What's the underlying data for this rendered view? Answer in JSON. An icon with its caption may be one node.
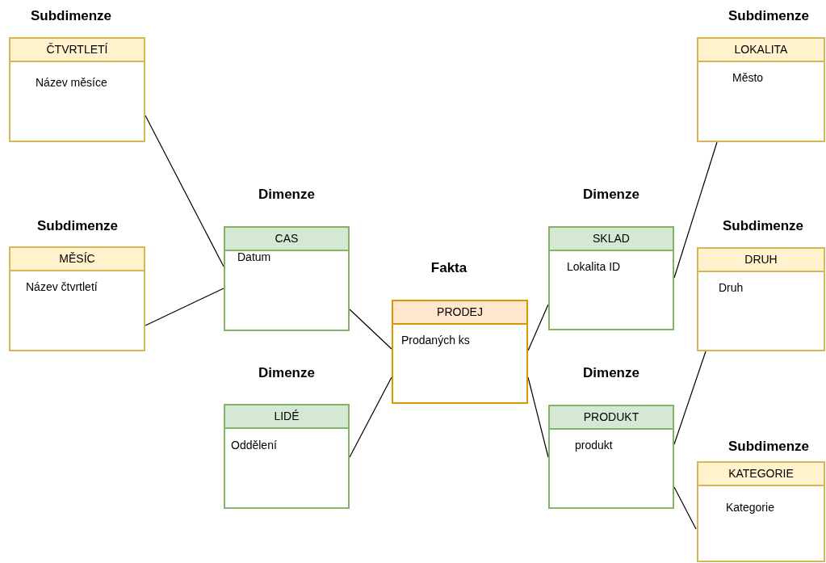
{
  "diagram": {
    "nodes": [
      {
        "text": [
          "ČTVRTLETÍ",
          "Název měsíce"
        ],
        "beside": [
          "Subdimenze"
        ]
      },
      {
        "text": [
          "MĚSÍC",
          "Název čtvrtletí"
        ],
        "beside": [
          "Subdimenze"
        ]
      },
      {
        "text": [
          "CAS",
          "Datum"
        ],
        "beside": [
          "Dimenze"
        ]
      },
      {
        "text": [
          "LIDÉ",
          "Oddělení"
        ],
        "beside": [
          "Dimenze"
        ]
      },
      {
        "text": [
          "PRODEJ",
          "Prodaných ks"
        ],
        "beside": [
          "Fakta"
        ]
      },
      {
        "text": [
          "SKLAD",
          "Lokalita ID"
        ],
        "beside": [
          "Dimenze"
        ]
      },
      {
        "text": [
          "PRODUKT",
          "produkt"
        ],
        "beside": [
          "Dimenze"
        ]
      },
      {
        "text": [
          "LOKALITA",
          "Město"
        ],
        "beside": [
          "Subdimenze"
        ]
      },
      {
        "text": [
          "DRUH",
          "Druh"
        ],
        "beside": [
          "Subdimenze"
        ]
      },
      {
        "text": [
          "KATEGORIE",
          "Kategorie"
        ],
        "beside": [
          "Subdimenze"
        ]
      }
    ],
    "edges": [
      {
        "from": 2,
        "to": 0,
        "arrow": "none"
      },
      {
        "from": 2,
        "to": 1,
        "arrow": "none"
      },
      {
        "from": 4,
        "to": 2,
        "arrow": "none"
      },
      {
        "from": 4,
        "to": 3,
        "arrow": "none"
      },
      {
        "from": 4,
        "to": 5,
        "arrow": "none"
      },
      {
        "from": 4,
        "to": 6,
        "arrow": "none"
      },
      {
        "from": 5,
        "to": 7,
        "arrow": "none"
      },
      {
        "from": 6,
        "to": 8,
        "arrow": "none"
      },
      {
        "from": 6,
        "to": 9,
        "arrow": "none"
      }
    ]
  }
}
